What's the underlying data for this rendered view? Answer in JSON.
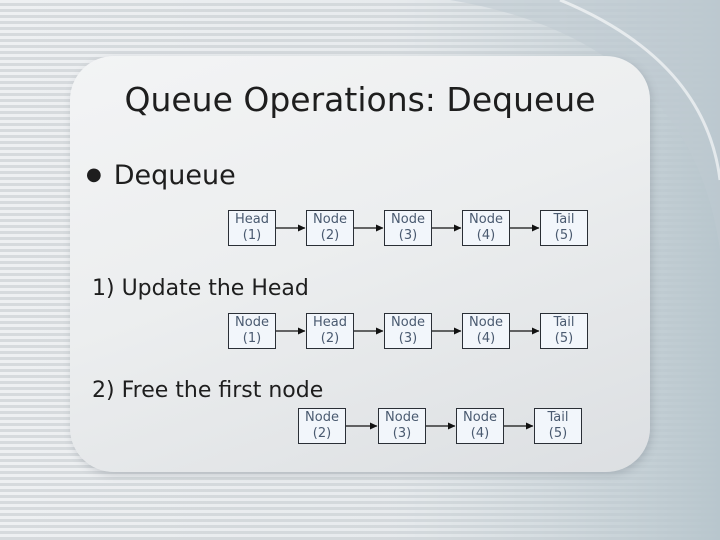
{
  "slide": {
    "title": "Queue Operations: Dequeue",
    "bullet": "Dequeue",
    "step1": "1) Update the Head",
    "step2": "2) Free the first node"
  },
  "rows": [
    {
      "nodes": [
        {
          "label": "Head",
          "index": "(1)"
        },
        {
          "label": "Node",
          "index": "(2)"
        },
        {
          "label": "Node",
          "index": "(3)"
        },
        {
          "label": "Node",
          "index": "(4)"
        },
        {
          "label": "Tail",
          "index": "(5)"
        }
      ]
    },
    {
      "nodes": [
        {
          "label": "Node",
          "index": "(1)"
        },
        {
          "label": "Head",
          "index": "(2)"
        },
        {
          "label": "Node",
          "index": "(3)"
        },
        {
          "label": "Node",
          "index": "(4)"
        },
        {
          "label": "Tail",
          "index": "(5)"
        }
      ]
    },
    {
      "nodes": [
        {
          "label": "Node",
          "index": "(2)"
        },
        {
          "label": "Node",
          "index": "(3)"
        },
        {
          "label": "Node",
          "index": "(4)"
        },
        {
          "label": "Tail",
          "index": "(5)"
        }
      ]
    }
  ],
  "colors": {
    "node_fill": "#f2f6fb",
    "node_border": "#2a2f36",
    "node_text": "#4a5a70"
  }
}
